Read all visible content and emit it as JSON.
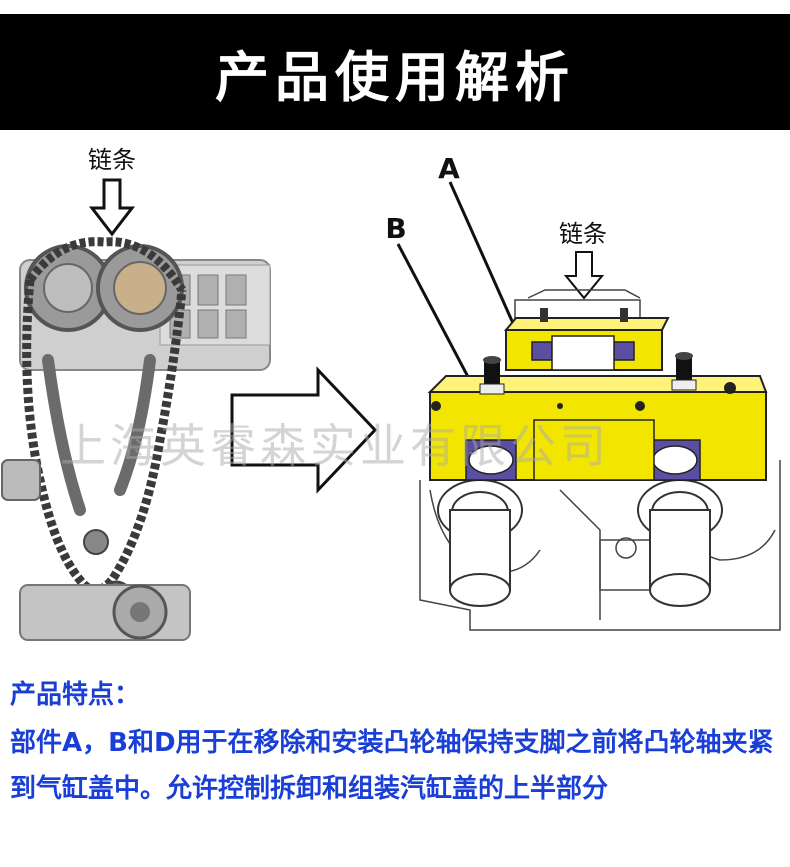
{
  "header": {
    "title": "产品使用解析"
  },
  "left_figure": {
    "chain_label": "链条"
  },
  "right_figure": {
    "label_a": "A",
    "label_b": "B",
    "chain_label": "链条"
  },
  "watermark": "上海英睿森实业有限公司",
  "features": {
    "title": "产品特点：",
    "text": "部件A，B和D用于在移除和安装凸轮轴保持支脚之前将凸轮轴夹紧到气缸盖中。允许控制拆卸和组装汽缸盖的上半部分"
  },
  "colors": {
    "clamp_yellow": "#f2e600",
    "bearing_purple": "#5a4fa0",
    "banner_black": "#000000",
    "text_blue": "#1a3fd6"
  }
}
